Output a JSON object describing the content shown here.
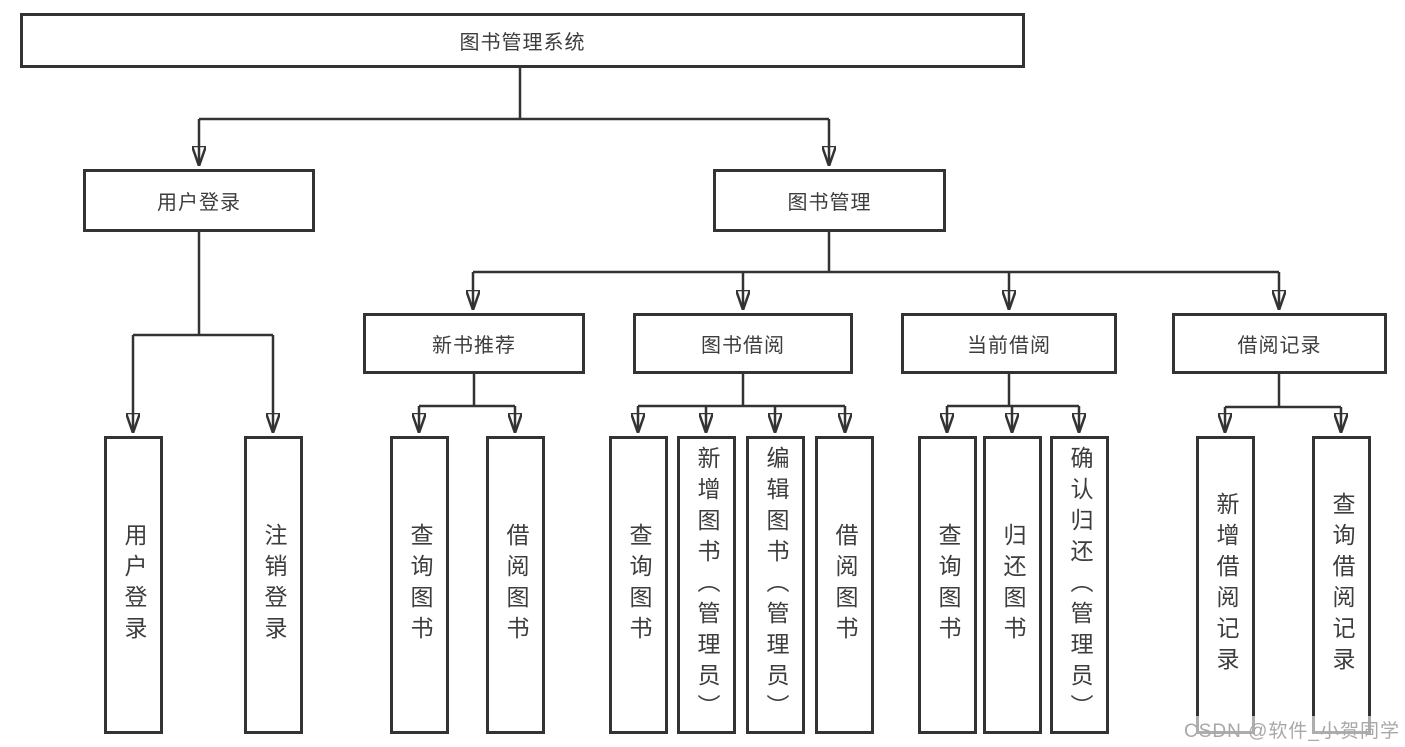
{
  "tree": {
    "root": {
      "label": "图书管理系统",
      "children": [
        {
          "label": "用户登录",
          "children": [
            {
              "label": "用户登录"
            },
            {
              "label": "注销登录"
            }
          ]
        },
        {
          "label": "图书管理",
          "children": [
            {
              "label": "新书推荐",
              "children": [
                {
                  "label": "查询图书"
                },
                {
                  "label": "借阅图书"
                }
              ]
            },
            {
              "label": "图书借阅",
              "children": [
                {
                  "label": "查询图书"
                },
                {
                  "label": "新增图书（管理员）"
                },
                {
                  "label": "编辑图书（管理员）"
                },
                {
                  "label": "借阅图书"
                }
              ]
            },
            {
              "label": "当前借阅",
              "children": [
                {
                  "label": "查询图书"
                },
                {
                  "label": "归还图书"
                },
                {
                  "label": "确认归还（管理员）"
                }
              ]
            },
            {
              "label": "借阅记录",
              "children": [
                {
                  "label": "新增借阅记录"
                },
                {
                  "label": "查询借阅记录"
                }
              ]
            }
          ]
        }
      ]
    }
  },
  "watermark": {
    "text": "CSDN @软件_小贺同学"
  },
  "colors": {
    "line": "#333333",
    "box_border": "#333333",
    "text": "#3d3d3d",
    "watermark_text": "#a8a8a8",
    "background": "#ffffff"
  }
}
